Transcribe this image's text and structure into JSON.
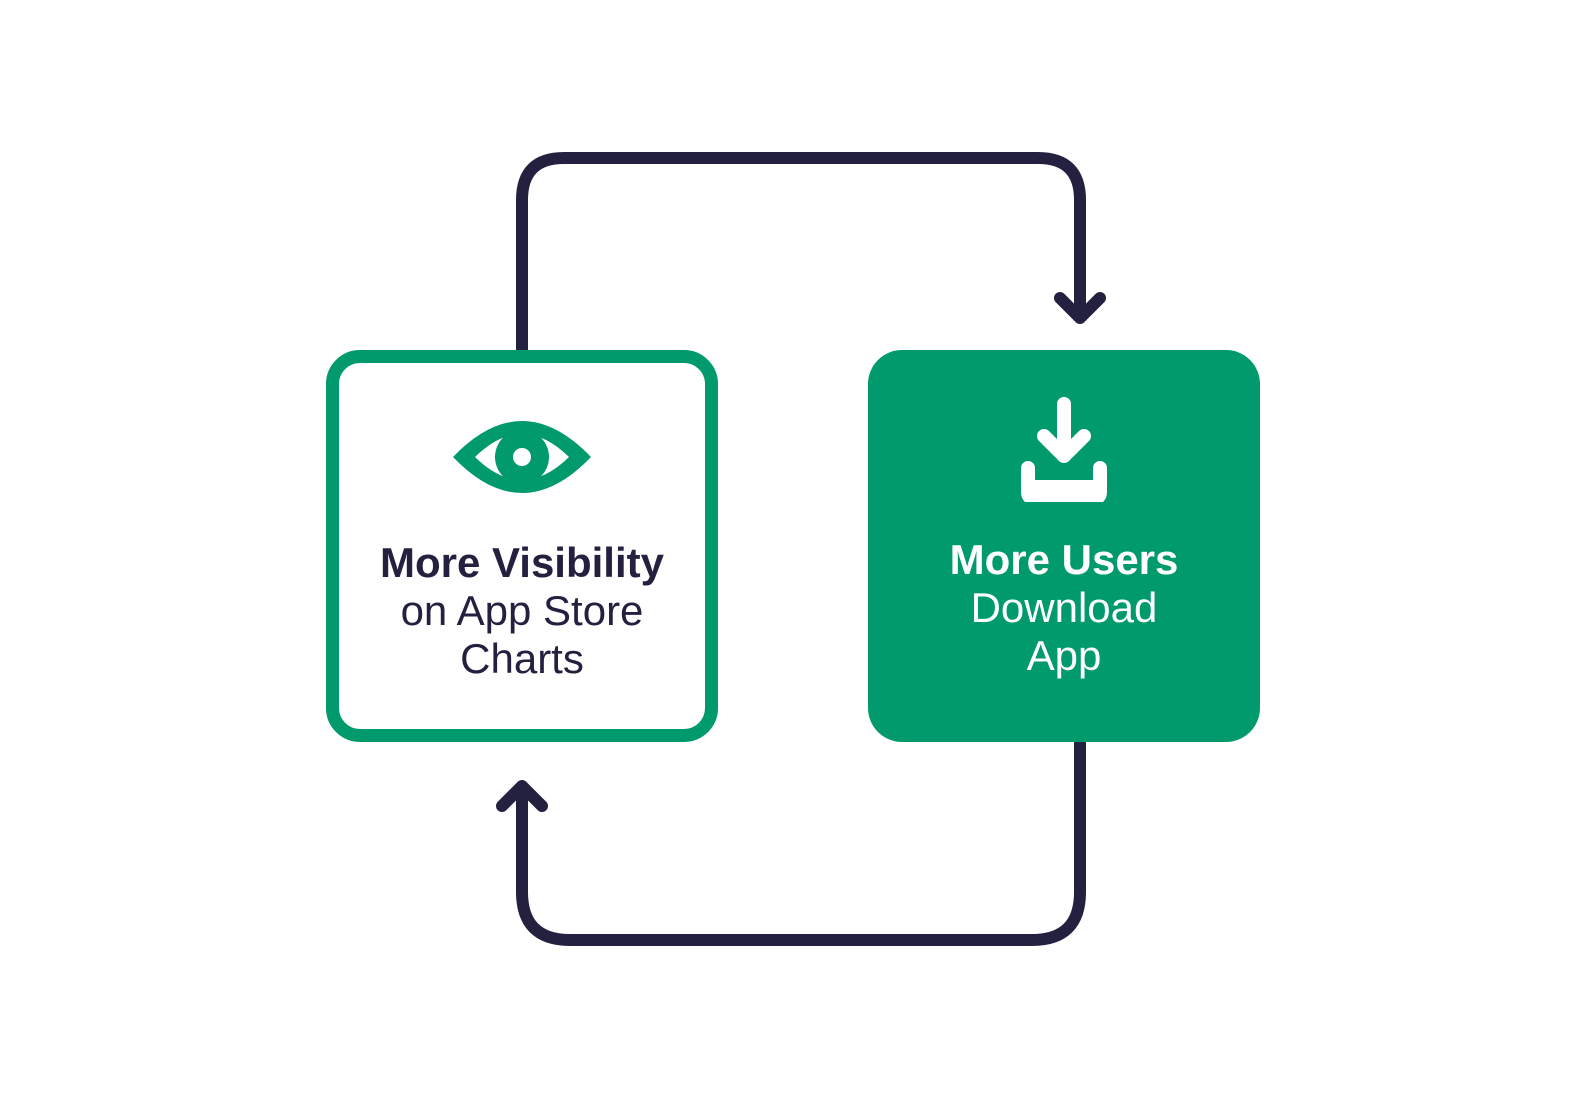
{
  "colors": {
    "accent_green": "#019a6d",
    "arrow_navy": "#23213f",
    "background": "#ffffff"
  },
  "nodes": {
    "visibility": {
      "icon": "eye-icon",
      "title": "More Visibility",
      "subtitle_line1": "on App Store",
      "subtitle_line2": "Charts"
    },
    "users": {
      "icon": "download-icon",
      "title": "More Users",
      "subtitle_line1": "Download",
      "subtitle_line2": "App"
    }
  },
  "edges": [
    {
      "from": "visibility",
      "to": "users"
    },
    {
      "from": "users",
      "to": "visibility"
    }
  ]
}
